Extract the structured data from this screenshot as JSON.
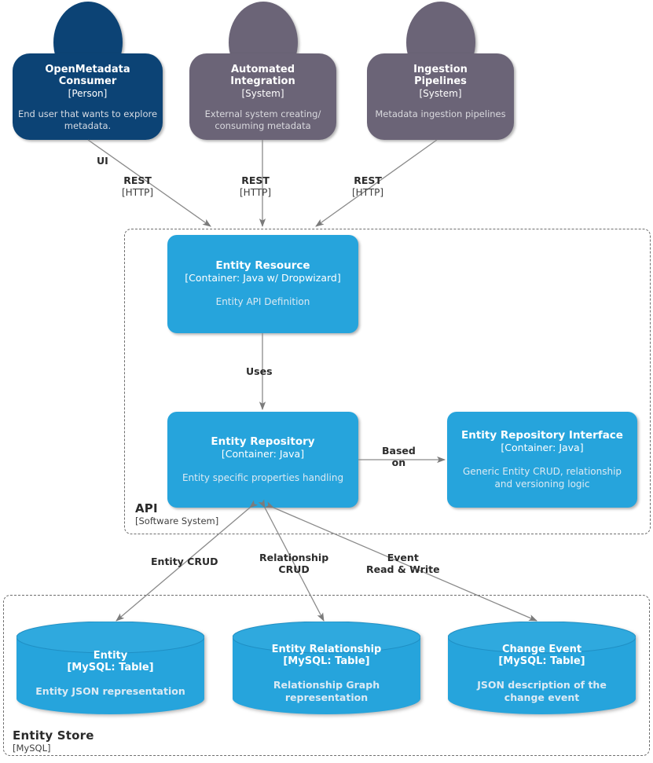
{
  "diagram": {
    "type": "c4-container-diagram",
    "colors": {
      "person_fill": "#0c4375",
      "system_fill": "#6b6477",
      "container_fill": "#26a4dc",
      "database_fill": "#26a4dc",
      "boundary_stroke": "#6e6e6e",
      "edge_stroke": "#8a8a8a",
      "background": "#ffffff"
    }
  },
  "actors": [
    {
      "id": "openmetadata-consumer",
      "title": "OpenMetadata\nConsumer",
      "title_line1": "OpenMetadata",
      "title_line2": "Consumer",
      "tech": "[Person]",
      "desc": "End user that wants to explore metadata.",
      "kind": "person"
    },
    {
      "id": "automated-integration",
      "title": "Automated\nIntegration",
      "title_line1": "Automated",
      "title_line2": "Integration",
      "tech": "[System]",
      "desc": "External system creating/ consuming metadata",
      "kind": "system"
    },
    {
      "id": "ingestion-pipelines",
      "title": "Ingestion\nPipelines",
      "title_line1": "Ingestion",
      "title_line2": "Pipelines",
      "tech": "[System]",
      "desc": "Metadata ingestion pipelines",
      "kind": "system"
    }
  ],
  "boundaries": [
    {
      "id": "api",
      "name": "API",
      "tech": "[Software System]"
    },
    {
      "id": "entity-store",
      "name": "Entity Store",
      "tech": "[MySQL]"
    }
  ],
  "containers": [
    {
      "id": "entity-resource",
      "title": "Entity Resource",
      "tech": "[Container: Java w/ Dropwizard]",
      "desc": "Entity API Definition"
    },
    {
      "id": "entity-repository",
      "title": "Entity Repository",
      "tech": "[Container: Java]",
      "desc": "Entity specific properties handling"
    },
    {
      "id": "entity-repository-interface",
      "title": "Entity Repository Interface",
      "tech": "[Container: Java]",
      "desc": "Generic Entity CRUD, relationship and versioning logic"
    }
  ],
  "databases": [
    {
      "id": "entity",
      "title": "Entity",
      "tech": "[MySQL: Table]",
      "desc": "Entity JSON representation"
    },
    {
      "id": "entity-relationship",
      "title": "Entity Relationship",
      "tech": "[MySQL: Table]",
      "desc": "Relationship Graph representation"
    },
    {
      "id": "change-event",
      "title": "Change Event",
      "tech": "[MySQL: Table]",
      "desc": "JSON description of the change event"
    }
  ],
  "edges": [
    {
      "id": "ui",
      "label": "UI",
      "tech": ""
    },
    {
      "id": "rest-consumer",
      "label": "REST",
      "tech": "[HTTP]"
    },
    {
      "id": "rest-integration",
      "label": "REST",
      "tech": "[HTTP]"
    },
    {
      "id": "rest-ingestion",
      "label": "REST",
      "tech": "[HTTP]"
    },
    {
      "id": "uses",
      "label": "Uses",
      "tech": ""
    },
    {
      "id": "based-on",
      "label": "Based\non",
      "tech": "",
      "line1": "Based",
      "line2": "on"
    },
    {
      "id": "entity-crud",
      "label": "Entity CRUD",
      "tech": ""
    },
    {
      "id": "relationship-crud",
      "label": "Relationship\nCRUD",
      "tech": "",
      "line1": "Relationship",
      "line2": "CRUD"
    },
    {
      "id": "event-read-write",
      "label": "Event\nRead & Write",
      "tech": "",
      "line1": "Event",
      "line2": "Read & Write"
    }
  ]
}
